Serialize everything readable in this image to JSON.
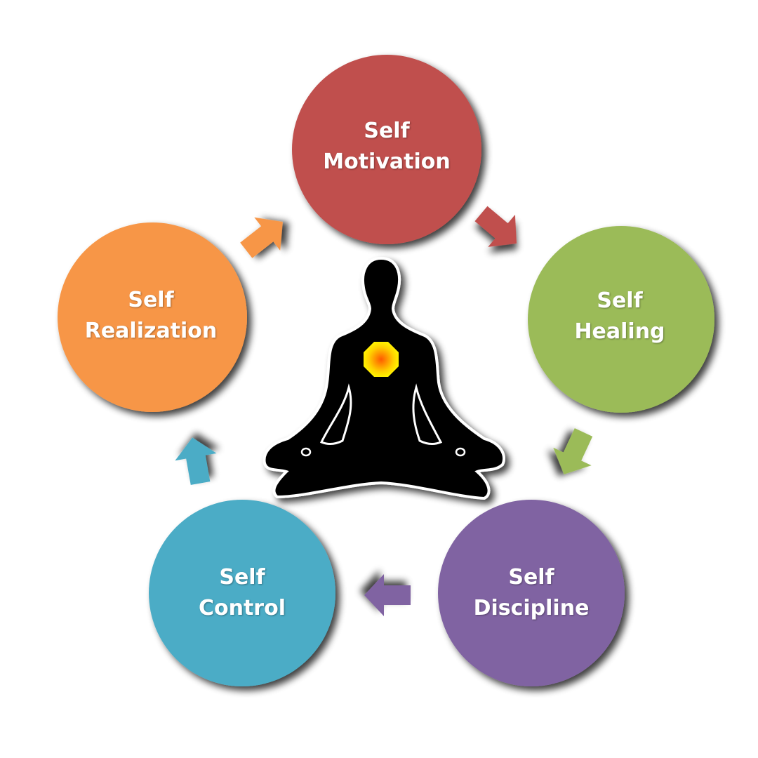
{
  "title": "Self cycle",
  "colors": {
    "motivation": "#C0504D",
    "healing": "#9BBB59",
    "discipline": "#8064A2",
    "control": "#4BACC6",
    "realization": "#F79646"
  },
  "nodes": [
    {
      "line1": "Self",
      "line2": "Motivation"
    },
    {
      "line1": "Self",
      "line2": "Healing"
    },
    {
      "line1": "Self",
      "line2": "Discipline"
    },
    {
      "line1": "Self",
      "line2": "Control"
    },
    {
      "line1": "Self",
      "line2": "Realization"
    }
  ]
}
